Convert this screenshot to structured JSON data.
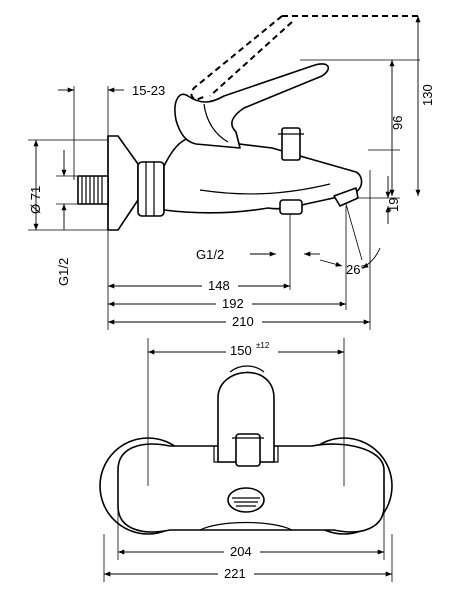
{
  "side_view": {
    "dims": {
      "offset": "15-23",
      "diameter": "Ø 71",
      "inlet_thread": "G1/2",
      "outlet_thread": "G1/2",
      "height_130": "130",
      "height_96": "96",
      "height_19": "19",
      "angle": "26°",
      "length_148": "148",
      "length_192": "192",
      "length_210": "210"
    }
  },
  "front_view": {
    "dims": {
      "spacing": "150",
      "spacing_tolerance": "±12",
      "width_204": "204",
      "width_221": "221"
    }
  }
}
